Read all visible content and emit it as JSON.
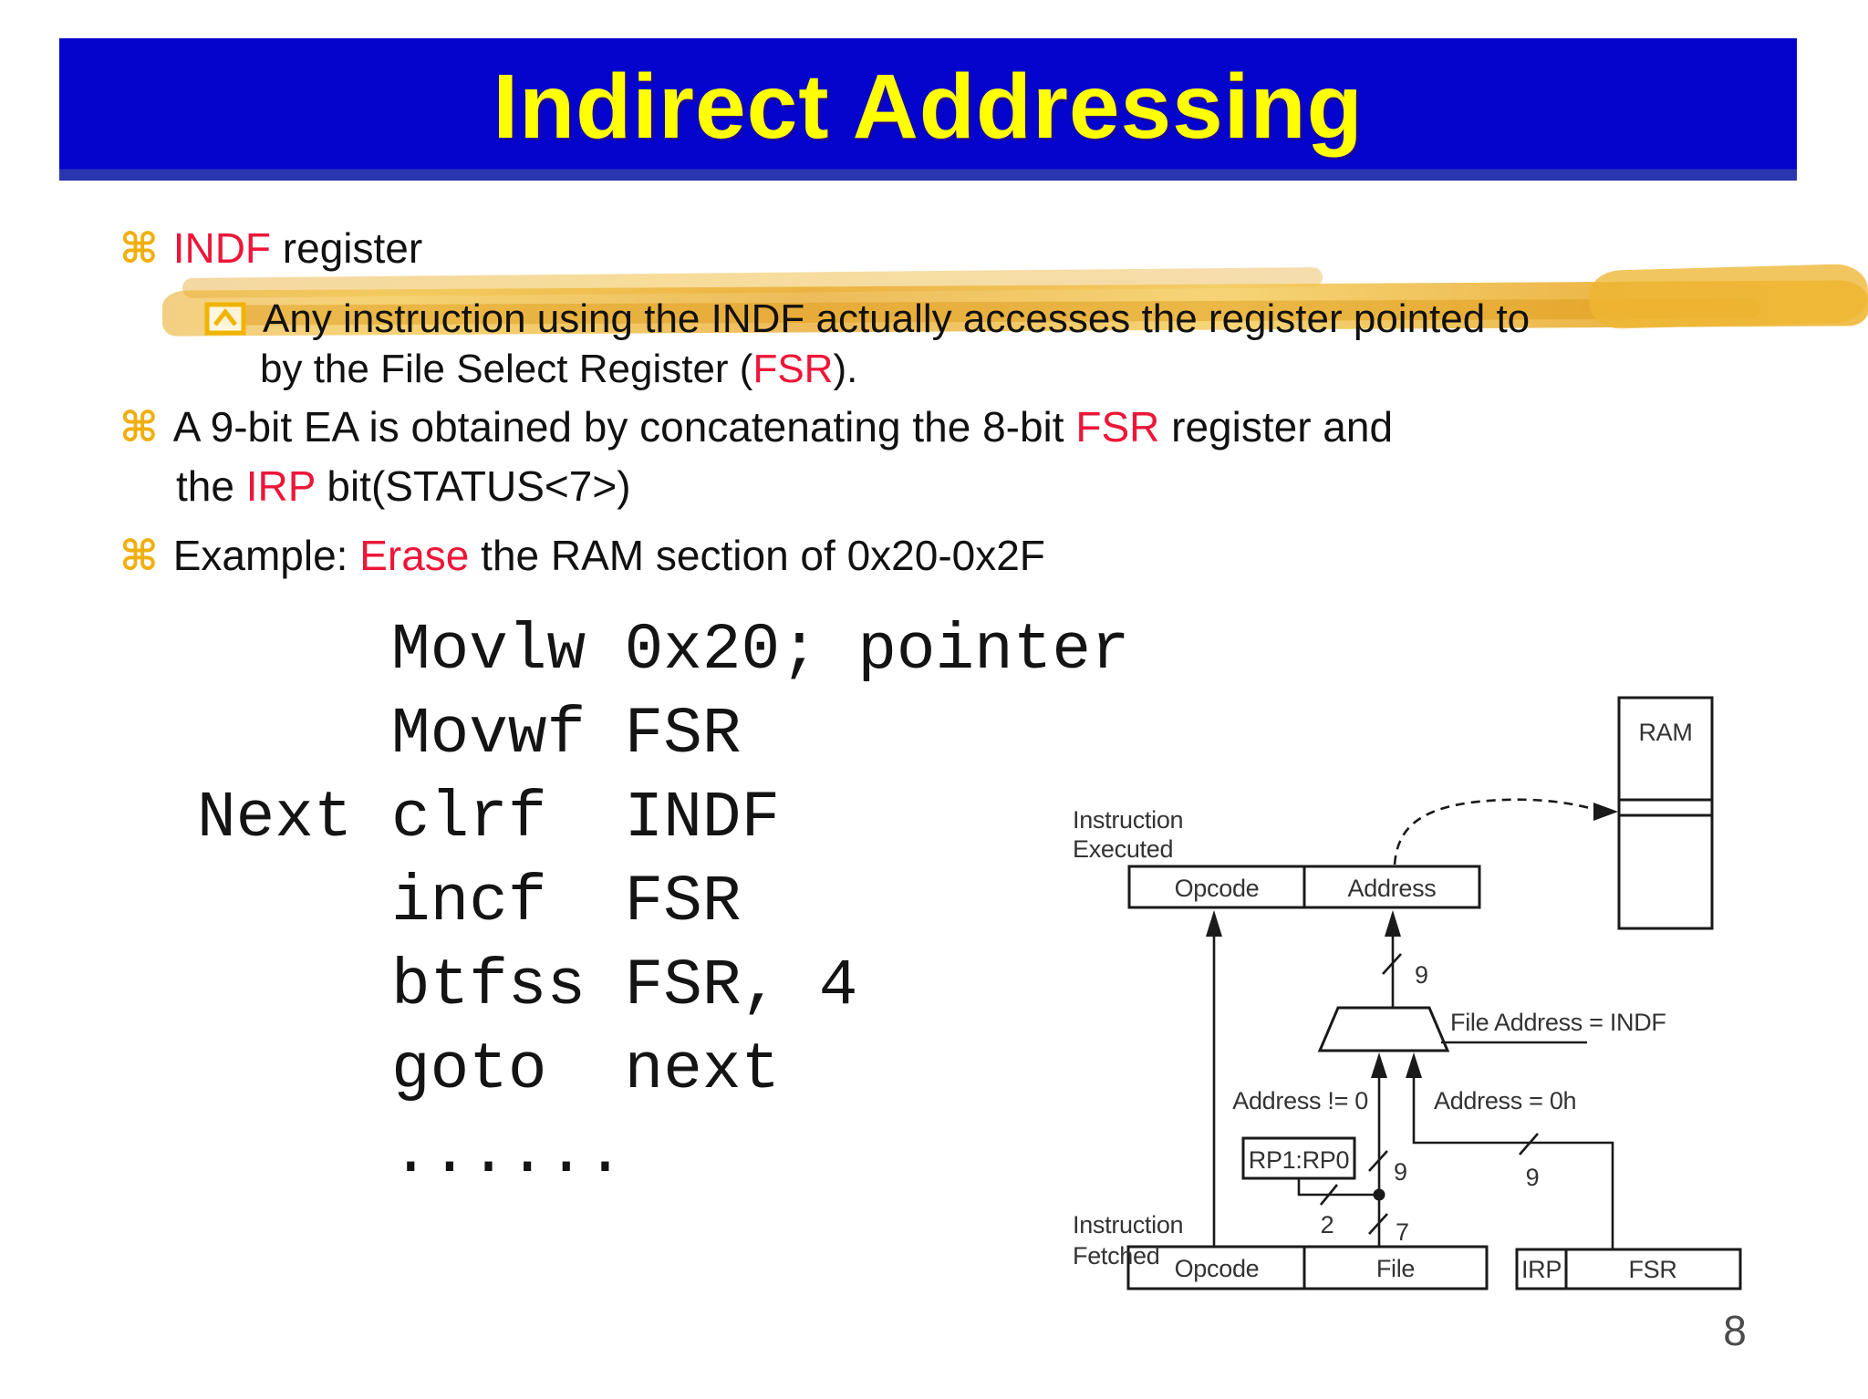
{
  "slide": {
    "title": "Indirect Addressing",
    "page_number": "8"
  },
  "colors": {
    "banner_bg": "#0404CC",
    "banner_title": "#FFFF00",
    "accent_red": "#EE1638",
    "gold": "#EFAF10",
    "highlight": "#E9A826",
    "text": "#111111"
  },
  "bullets": {
    "b1_red": "INDF",
    "b1_rest": " register",
    "sub_line1": "Any instruction using the INDF actually accesses the register pointed to",
    "sub_line2_pre": "by the File Select Register (",
    "sub_line2_red": "FSR",
    "sub_line2_post": ").",
    "b2_line1_pre": "A 9-bit EA is obtained by concatenating the 8-bit ",
    "b2_line1_red": "FSR",
    "b2_line1_post": " register and",
    "b2_line2_pre": "the ",
    "b2_line2_red": "IRP",
    "b2_line2_post": " bit(STATUS<7>)",
    "b3_pre": "Example: ",
    "b3_red": "Erase",
    "b3_post": " the RAM section of 0x20-0x2F"
  },
  "code": {
    "line1": "     Movlw 0x20; pointer",
    "line2": "     Movwf FSR",
    "line3": "Next clrf  INDF",
    "line4": "     incf  FSR",
    "line5": "     btfss FSR, 4",
    "line6": "     goto  next",
    "line7": "     ......"
  },
  "diagram": {
    "instruction_executed_line1": "Instruction",
    "instruction_executed_line2": "Executed",
    "instruction_fetched_line1": "Instruction",
    "instruction_fetched_line2": "Fetched",
    "top_opcode": "Opcode",
    "top_address": "Address",
    "ram_label": "RAM",
    "file_address_label": "File Address = INDF",
    "address_ne_label": "Address != 0",
    "address_eq_label": "Address = 0h",
    "rp_label": "RP1:RP0",
    "bottom_opcode": "Opcode",
    "bottom_file": "File",
    "irp_label": "IRP",
    "fsr_label": "FSR",
    "bus_width_address": "9",
    "bus_width_file_path": "9",
    "bus_width_fsr_path": "9",
    "bus_width_rp": "2",
    "bus_width_file": "7"
  }
}
